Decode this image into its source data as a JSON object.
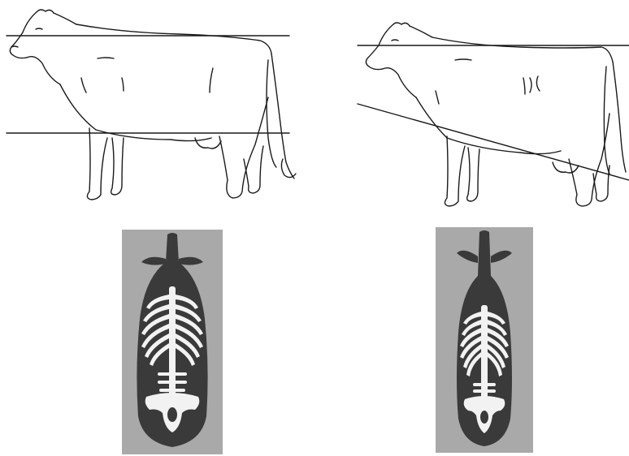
{
  "figure": {
    "colors": {
      "line": "#1a1a1a",
      "background": "#ffffff",
      "xray_frame": "#a9a9a9",
      "xray_body": "#3a3a3a",
      "bone": "#f2f2f2"
    },
    "panels": [
      {
        "id": "left-cow",
        "kind": "side-view-line-drawing"
      },
      {
        "id": "right-cow",
        "kind": "side-view-line-drawing"
      },
      {
        "id": "left-skeleton",
        "kind": "top-view-xray"
      },
      {
        "id": "right-skeleton",
        "kind": "top-view-xray"
      }
    ]
  }
}
